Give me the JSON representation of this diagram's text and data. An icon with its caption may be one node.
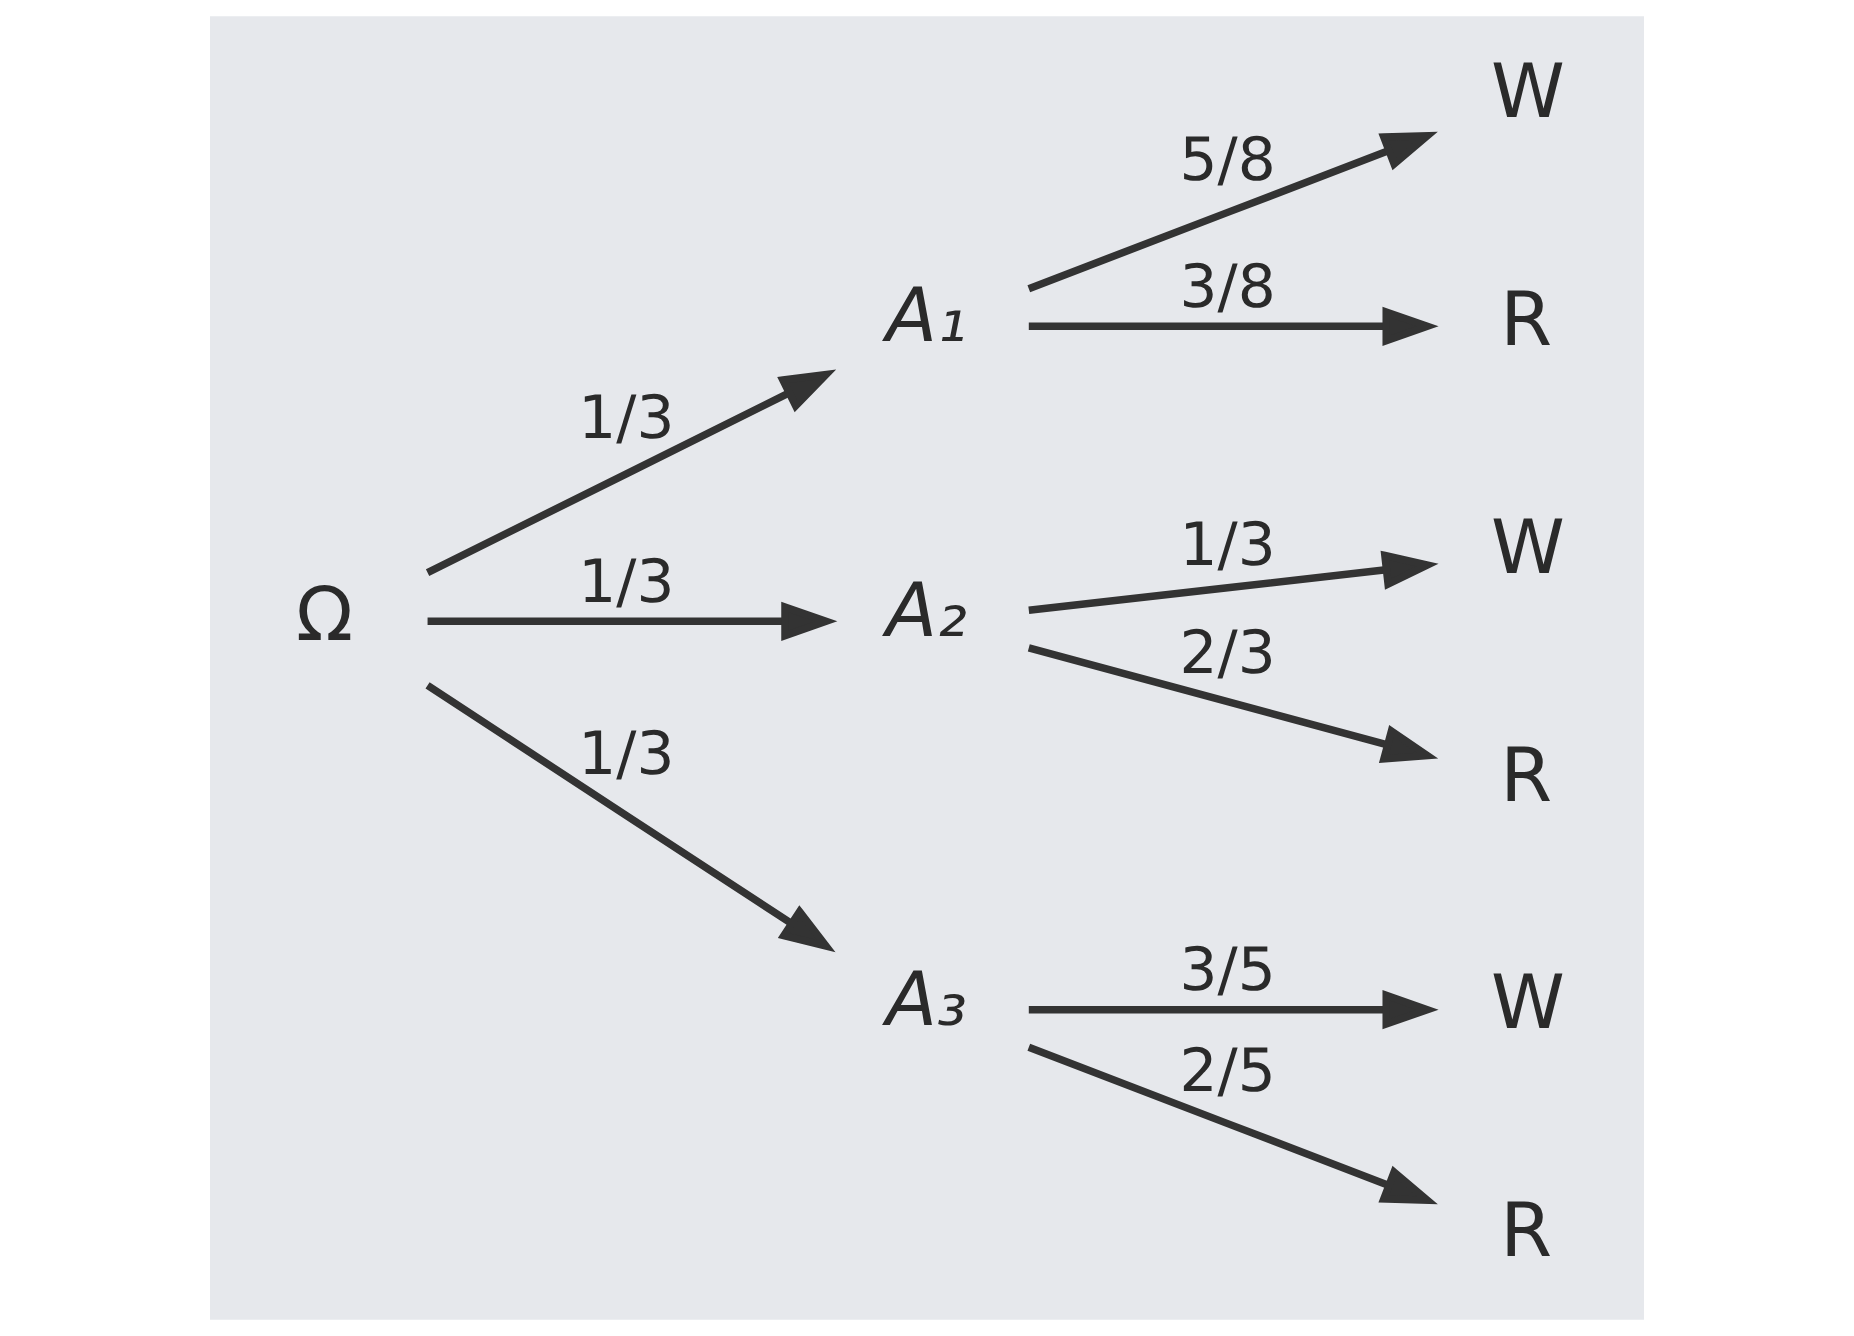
{
  "diagram": {
    "nodes": [
      {
        "text": [
          "Ω"
        ]
      },
      {
        "text": [
          "A₁"
        ]
      },
      {
        "text": [
          "A₂"
        ]
      },
      {
        "text": [
          "A₃"
        ]
      },
      {
        "text": [
          "W"
        ]
      },
      {
        "text": [
          "R"
        ]
      },
      {
        "text": [
          "W"
        ]
      },
      {
        "text": [
          "R"
        ]
      },
      {
        "text": [
          "W"
        ]
      },
      {
        "text": [
          "R"
        ]
      }
    ],
    "edges": [
      {
        "from": 0,
        "to": 1,
        "arrow": "to",
        "label": "1/3"
      },
      {
        "from": 0,
        "to": 2,
        "arrow": "to",
        "label": "1/3"
      },
      {
        "from": 0,
        "to": 3,
        "arrow": "to",
        "label": "1/3"
      },
      {
        "from": 1,
        "to": 4,
        "arrow": "to",
        "label": "5/8"
      },
      {
        "from": 1,
        "to": 5,
        "arrow": "to",
        "label": "3/8"
      },
      {
        "from": 2,
        "to": 6,
        "arrow": "to",
        "label": "1/3"
      },
      {
        "from": 2,
        "to": 7,
        "arrow": "to",
        "label": "2/3"
      },
      {
        "from": 3,
        "to": 8,
        "arrow": "to",
        "label": "3/5"
      },
      {
        "from": 3,
        "to": 9,
        "arrow": "to",
        "label": "2/5"
      }
    ]
  }
}
